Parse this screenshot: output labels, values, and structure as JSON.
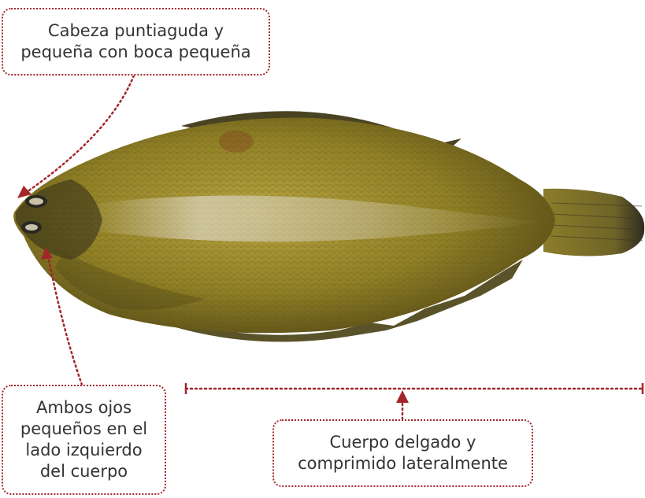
{
  "annotations": {
    "head": {
      "lines": [
        "Cabeza puntiaguda y",
        "pequeña con boca pequeña"
      ]
    },
    "eyes": {
      "lines": [
        "Ambos ojos",
        "pequeños en el",
        "lado izquierdo",
        "del cuerpo"
      ]
    },
    "body": {
      "lines": [
        "Cuerpo delgado y",
        "comprimido lateralmente"
      ]
    }
  },
  "colors": {
    "accent": "#a3262a",
    "text": "#333333",
    "fish_body": "#8a7a22",
    "fish_light": "#b4a03a",
    "fish_dark": "#4e4416"
  }
}
